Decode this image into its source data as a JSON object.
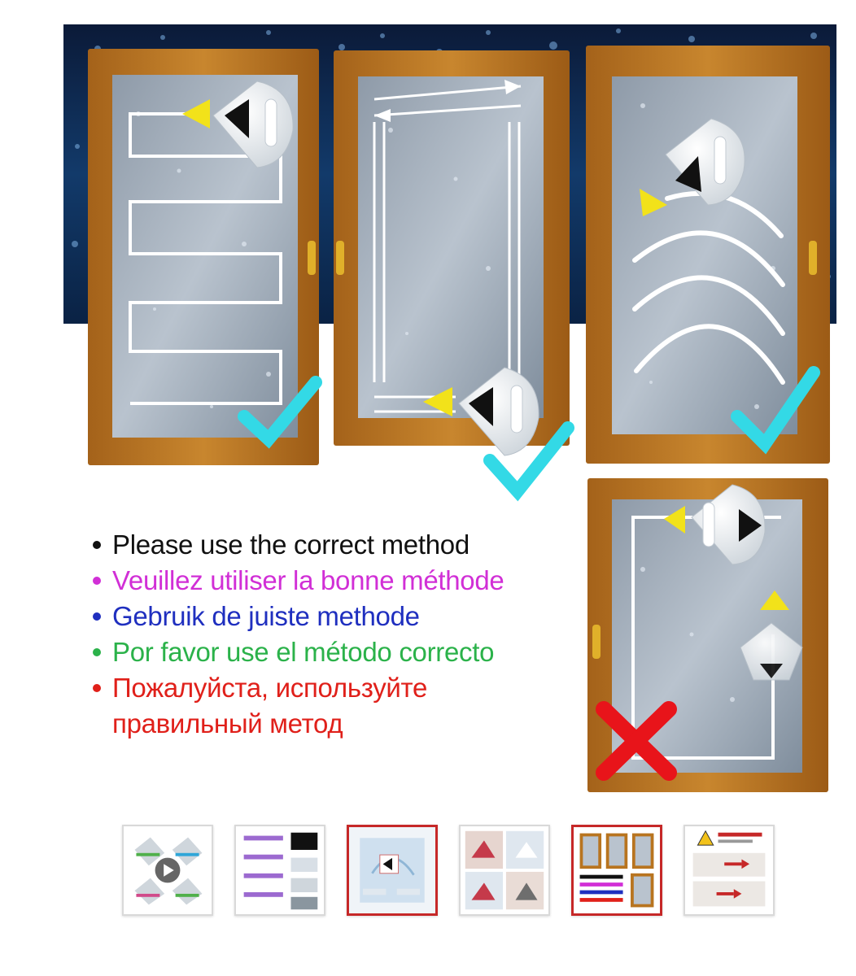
{
  "instructions": {
    "items": [
      {
        "text": "Please use the correct method",
        "color": "#111111"
      },
      {
        "text": "Veuillez utiliser la bonne méthode",
        "color": "#d12fd6"
      },
      {
        "text": "Gebruik de juiste methode",
        "color": "#1f2fbf"
      },
      {
        "text": "Por favor use el método correcto",
        "color": "#2bb24a"
      },
      {
        "text": "Пожалуйста, используйте правильный метод",
        "color": "#e0201a"
      }
    ]
  },
  "illustration": {
    "correct_marks": 3,
    "wrong_marks": 1,
    "check_color": "#33d9e6",
    "cross_color": "#e8141a",
    "arrow_color": "#f2e21a",
    "frame_color": "#b8741f"
  },
  "gallery": {
    "thumbnails": [
      {
        "name": "thumbnail-video",
        "icon": "play-icon",
        "active": false
      },
      {
        "name": "thumbnail-thickness",
        "active": false
      },
      {
        "name": "thumbnail-window",
        "active": true
      },
      {
        "name": "thumbnail-usage",
        "active": false
      },
      {
        "name": "thumbnail-method",
        "active": true
      },
      {
        "name": "thumbnail-warning",
        "icon": "warning-icon",
        "active": false
      }
    ]
  }
}
